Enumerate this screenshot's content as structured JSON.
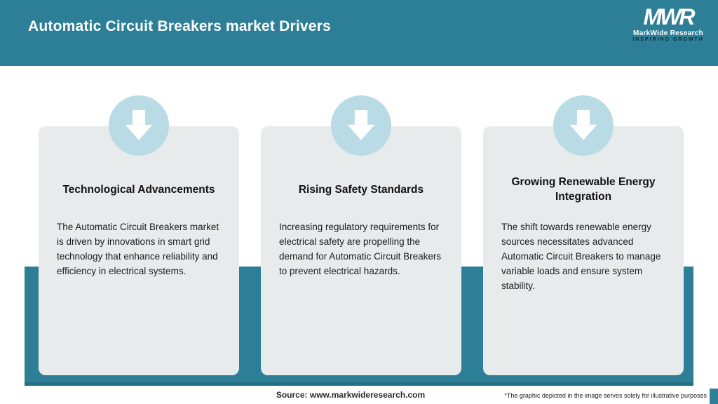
{
  "header": {
    "title": "Automatic Circuit Breakers market Drivers",
    "bg_color": "#2d7f97",
    "logo": {
      "brand": "MWR",
      "name": "MarkWide Research",
      "tagline": "INSPIRING GROWTH"
    }
  },
  "colors": {
    "accent_teal": "#2d7f97",
    "badge_blue": "#b9dbe5",
    "card_gray": "#e8ebeb"
  },
  "cards": [
    {
      "title": "Technological Advancements",
      "body": "The Automatic Circuit Breakers market is driven by innovations in smart grid technology that enhance reliability and efficiency in electrical systems."
    },
    {
      "title": "Rising Safety Standards",
      "body": "Increasing regulatory requirements for electrical safety are propelling the demand for Automatic Circuit Breakers to prevent electrical hazards."
    },
    {
      "title": "Growing Renewable Energy Integration",
      "body": "The shift towards renewable energy sources necessitates advanced Automatic Circuit Breakers to manage variable loads and ensure system stability."
    }
  ],
  "footer": {
    "source": "Source: www.markwideresearch.com",
    "disclaimer": "*The graphic depicted in the image serves solely for illustrative purposes"
  }
}
